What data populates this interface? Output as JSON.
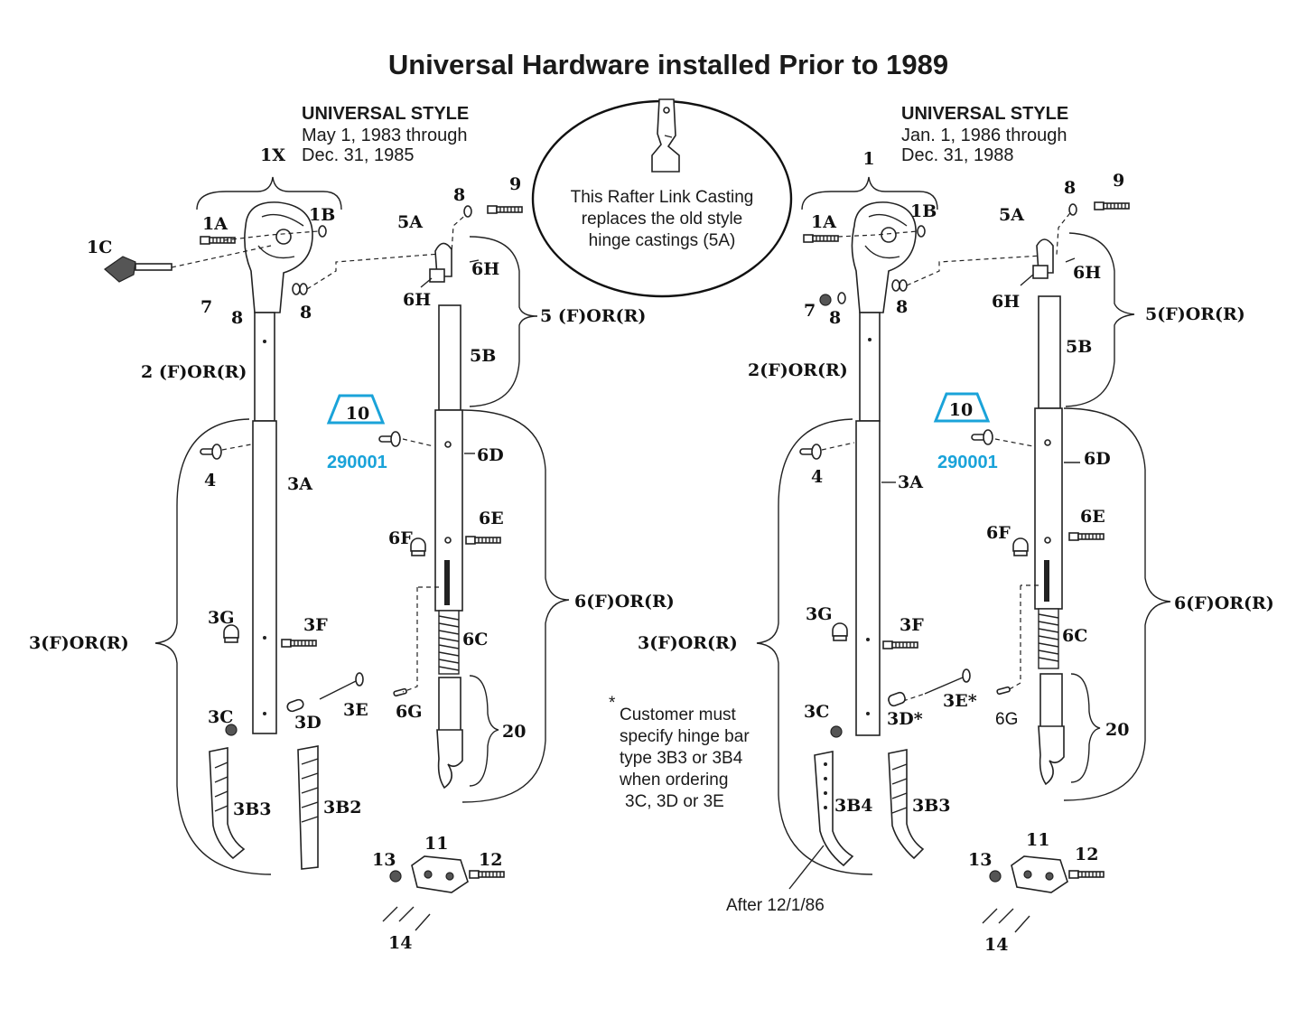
{
  "title": "Universal Hardware installed Prior to 1989",
  "left": {
    "style_heading": "UNIVERSAL STYLE",
    "date_line1": "May 1, 1983  through",
    "date_line2": "Dec.  31, 1985",
    "labels": {
      "1X": "1X",
      "1A": "1A",
      "1B": "1B",
      "1C": "1C",
      "7": "7",
      "8a": "8",
      "8b": "8",
      "8c": "8",
      "9": "9",
      "5A": "5A",
      "6H_top": "6H",
      "6H_bot": "6H",
      "5": "5 (F)OR(R)",
      "5B": "5B",
      "2": "2 (F)OR(R)",
      "10": "10",
      "part_no": "290001",
      "6D": "6D",
      "4": "4",
      "3A": "3A",
      "6E": "6E",
      "6F": "6F",
      "6": "6(F)OR(R)",
      "3G": "3G",
      "3F": "3F",
      "3": "3(F)OR(R)",
      "6C": "6C",
      "3E": "3E",
      "3C": "3C",
      "3D": "3D",
      "6G": "6G",
      "20": "20",
      "3B3": "3B3",
      "3B2": "3B2",
      "11": "11",
      "12": "12",
      "13": "13",
      "14": "14"
    }
  },
  "right": {
    "style_heading": "UNIVERSAL STYLE",
    "date_line1": "Jan. 1, 1986  through",
    "date_line2": "Dec.  31, 1988",
    "labels": {
      "1": "1",
      "1A": "1A",
      "1B": "1B",
      "7": "7",
      "8a": "8",
      "8b": "8",
      "8c": "8",
      "9": "9",
      "5A": "5A",
      "6H_top": "6H",
      "6H_bot": "6H",
      "5": "5(F)OR(R)",
      "5B": "5B",
      "2": "2(F)OR(R)",
      "10": "10",
      "part_no": "290001",
      "6D": "6D",
      "4": "4",
      "3A": "3A",
      "6E": "6E",
      "6F": "6F",
      "6": "6(F)OR(R)",
      "3G": "3G",
      "3F": "3F",
      "3": "3(F)OR(R)",
      "6C": "6C",
      "3E": "3E*",
      "3C": "3C",
      "3D": "3D*",
      "6G": "6G",
      "20": "20",
      "3B4": "3B4",
      "3B3": "3B3",
      "11": "11",
      "12": "12",
      "13": "13",
      "14": "14",
      "after_note": "After 12/1/86"
    }
  },
  "center_callout": {
    "line1": "This Rafter Link Casting",
    "line2": "replaces the old style",
    "line3": "hinge castings (5A)"
  },
  "customer_note": {
    "asterisk": "*",
    "line1": "Customer must",
    "line2": "specify hinge bar",
    "line3": "type 3B3 or 3B4",
    "line4": "when ordering",
    "line5": "3C, 3D or 3E"
  },
  "colors": {
    "accent_blue": "#1aa3d9",
    "ink": "#1a1a1a"
  }
}
